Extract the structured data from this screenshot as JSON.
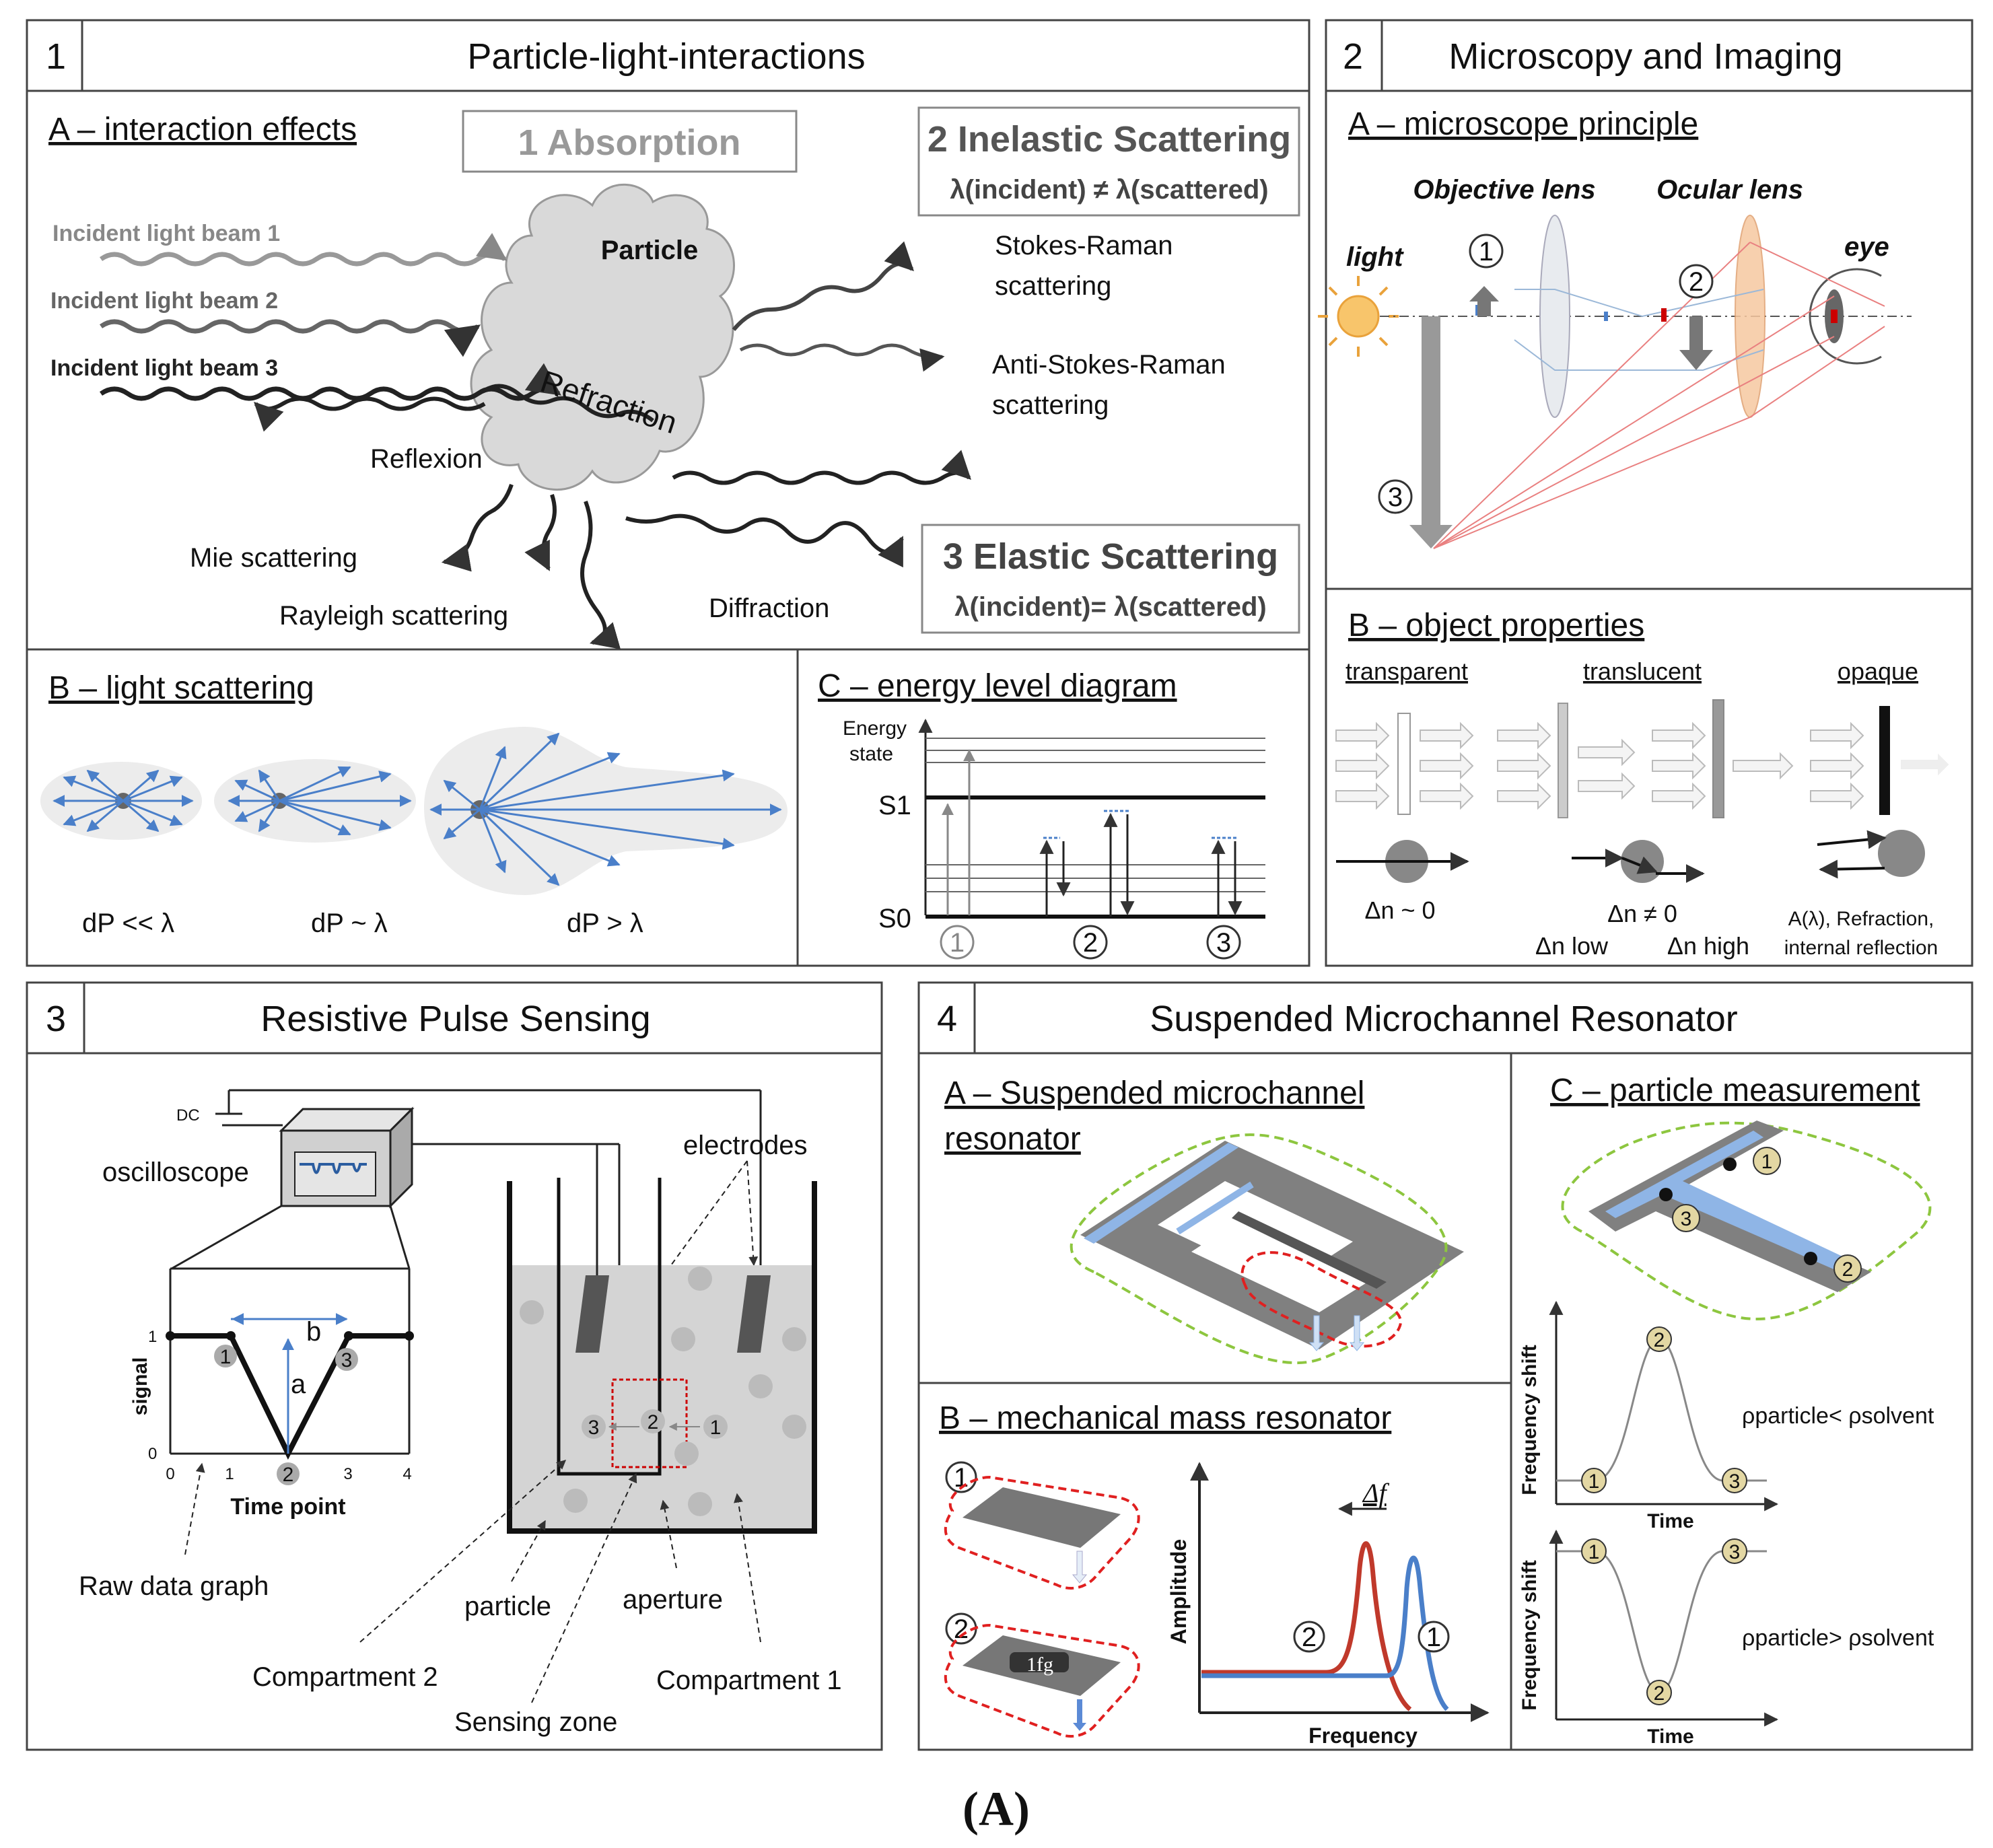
{
  "panel1": {
    "number": "1",
    "title": "Particle-light-interactions",
    "subA": "A – interaction effects",
    "absorption": "1 Absorption",
    "inelastic_title": "2 Inelastic Scattering",
    "inelastic_eq": "λ(incident) ≠ λ(scattered)",
    "elastic_title": "3 Elastic Scattering",
    "elastic_eq": "λ(incident)= λ(scattered)",
    "beam1": "Incident light beam 1",
    "beam2": "Incident light beam 2",
    "beam3": "Incident light beam 3",
    "particle": "Particle",
    "refraction": "Refraction",
    "reflexion": "Reflexion",
    "stokes1": "Stokes-Raman",
    "stokes2": "scattering",
    "antistokes1": "Anti-Stokes-Raman",
    "antistokes2": "scattering",
    "mie": "Mie scattering",
    "rayleigh": "Rayleigh scattering",
    "diffraction": "Diffraction",
    "subB": "B – light scattering",
    "dp_small": "dP << λ",
    "dp_equal": "dP ~ λ",
    "dp_large": "dP > λ",
    "subC": "C – energy level diagram",
    "energy1": "Energy",
    "energy2": "state",
    "s1": "S1",
    "s0": "S0",
    "c1": "1",
    "c2": "2",
    "c3": "3"
  },
  "panel2": {
    "number": "2",
    "title": "Microscopy and Imaging",
    "subA": "A – microscope principle",
    "objective": "Objective lens",
    "ocular": "Ocular lens",
    "light": "light",
    "eye": "eye",
    "n1": "1",
    "n2": "2",
    "n3": "3",
    "subB": "B – object properties",
    "transparent": "transparent",
    "translucent": "translucent",
    "opaque": "opaque",
    "dn0": "Δn ~ 0",
    "dnne": "Δn ≠ 0",
    "dnlow": "Δn low",
    "dnhigh": "Δn high",
    "opaque1": "A(λ), Refraction,",
    "opaque2": "internal reflection"
  },
  "panel3": {
    "number": "3",
    "title": "Resistive Pulse Sensing",
    "dc": "DC",
    "oscilloscope": "oscilloscope",
    "electrodes": "electrodes",
    "signal": "signal",
    "time_point": "Time point",
    "raw": "Raw data graph",
    "particle": "particle",
    "aperture": "aperture",
    "comp2": "Compartment 2",
    "comp1": "Compartment 1",
    "sensing": "Sensing zone",
    "a": "a",
    "b": "b",
    "y1": "1",
    "y0": "0",
    "x_ticks": [
      "0",
      "1",
      "2",
      "3",
      "4"
    ],
    "p1": "1",
    "p2": "2",
    "p3": "3"
  },
  "panel4": {
    "number": "4",
    "title": "Suspended Microchannel Resonator",
    "subA1": "A – Suspended microchannel",
    "subA2": "resonator",
    "subB": "B – mechanical mass resonator",
    "subC": "C – particle measurement",
    "amplitude": "Amplitude",
    "frequency": "Frequency",
    "df": "Δf",
    "onefg": "1fg",
    "freq_shift": "Frequency shift",
    "time": "Time",
    "rho_lt": "ρparticle< ρsolvent",
    "rho_gt": "ρparticle> ρsolvent",
    "n1": "1",
    "n2": "2",
    "n3": "3"
  },
  "caption": "(A)",
  "colors": {
    "blue": "#4a7fc9",
    "red": "#c0392b",
    "gray": "#7a7a7a",
    "lightgray": "#e6e6e6",
    "green": "#8dc63f",
    "tan": "#e3d7a3",
    "orange": "#f6c8a0"
  }
}
